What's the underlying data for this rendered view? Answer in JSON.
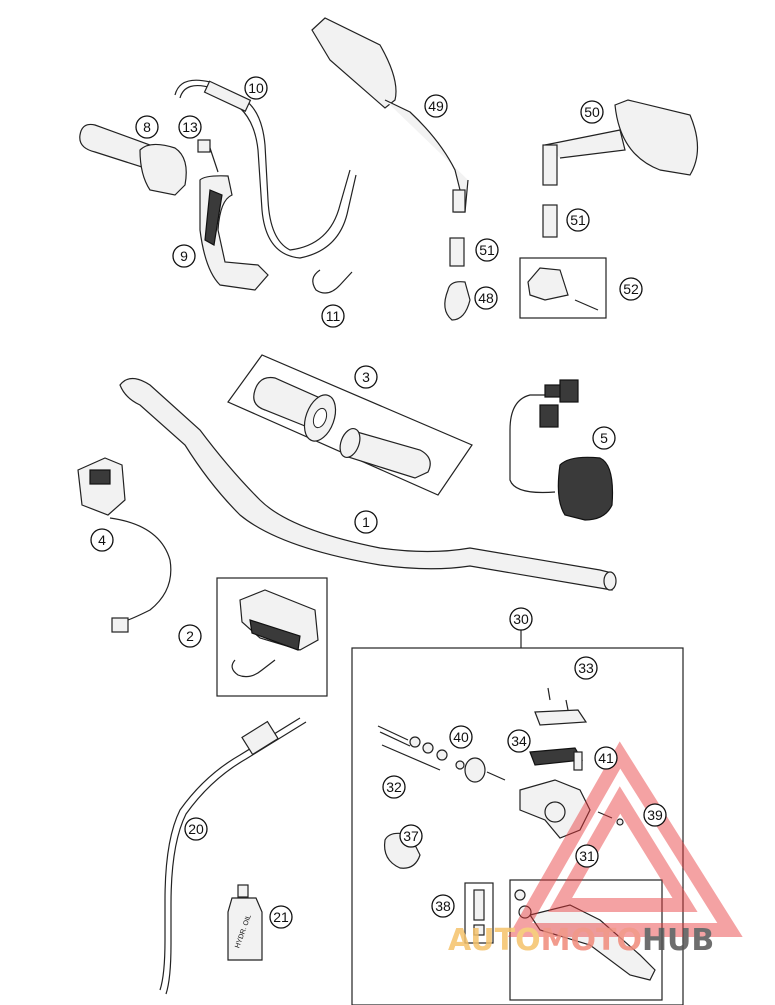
{
  "callouts": [
    {
      "text": "1"
    },
    {
      "text": "2"
    },
    {
      "text": "3"
    },
    {
      "text": "4"
    },
    {
      "text": "5"
    },
    {
      "text": "8"
    },
    {
      "text": "9"
    },
    {
      "text": "10"
    },
    {
      "text": "11"
    },
    {
      "text": "13"
    },
    {
      "text": "20"
    },
    {
      "text": "21"
    },
    {
      "text": "30"
    },
    {
      "text": "31"
    },
    {
      "text": "32"
    },
    {
      "text": "33"
    },
    {
      "text": "34"
    },
    {
      "text": "37"
    },
    {
      "text": "38"
    },
    {
      "text": "39"
    },
    {
      "text": "40"
    },
    {
      "text": "41"
    },
    {
      "text": "48"
    },
    {
      "text": "49"
    },
    {
      "text": "50"
    },
    {
      "text": "51"
    },
    {
      "text": "51"
    },
    {
      "text": "52"
    }
  ],
  "bottle_label": "HYDR. OIL",
  "watermark": {
    "auto": "AUTO",
    "moto": "MOTO",
    "hub": "HUB",
    "colors": {
      "auto": "#f5c26b",
      "moto": "#f08a7a",
      "hub": "#555555",
      "triangle": "#e8393a"
    }
  }
}
